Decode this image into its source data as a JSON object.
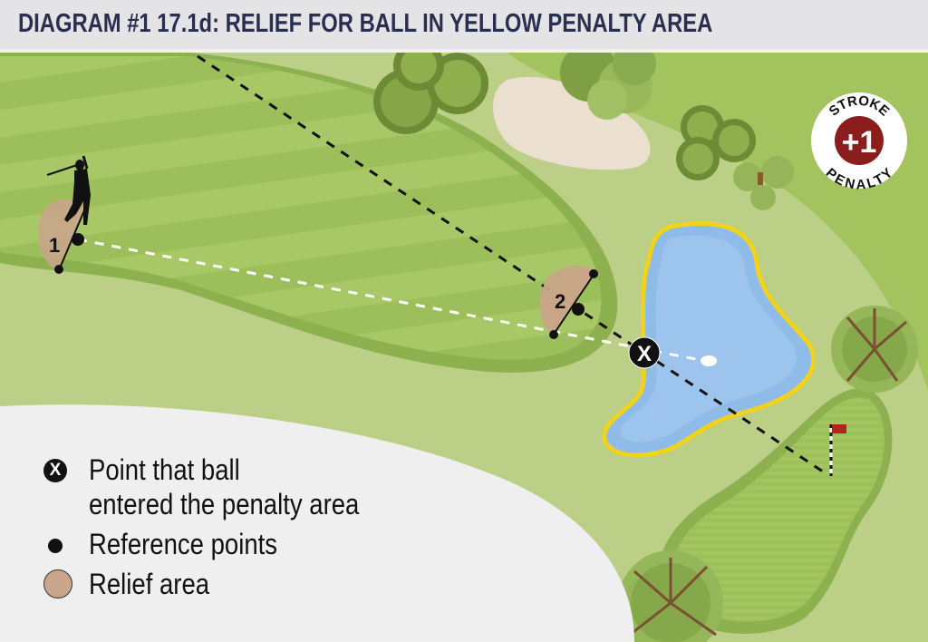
{
  "header": {
    "title": "DIAGRAM #1 17.1d:  RELIEF FOR BALL IN YELLOW PENALTY AREA"
  },
  "badge": {
    "top_text": "STROKE",
    "center_text": "+1",
    "bottom_text": "PENALTY",
    "center_color": "#8b1d1d"
  },
  "map": {
    "relief_area_1_label": "1",
    "relief_area_2_label": "2",
    "entry_point_label": "X",
    "icons": [
      "golfer-silhouette-icon",
      "flag-icon",
      "ball-icon",
      "tree-icon",
      "bunker-shape"
    ]
  },
  "legend": {
    "items": [
      {
        "icon": "x-circle-icon",
        "symbol": "X",
        "line1": "Point that ball",
        "line2": "entered the penalty area"
      },
      {
        "icon": "dot-icon",
        "line1": "Reference points"
      },
      {
        "icon": "relief-area-swatch",
        "line1": "Relief area"
      }
    ]
  },
  "colors": {
    "title": "#2b2f4f",
    "rough": "#bccf86",
    "fairway_light": "#a8c766",
    "fairway_dark": "#98bb57",
    "fairway_border": "#8db14f",
    "water": "#8fbbe9",
    "water_edge": "#a9cdf0",
    "penalty_line": "#f2d31b",
    "bunker": "#ebdfcf",
    "relief_area": "#c9a58b",
    "legend_bg": "#efefef",
    "flag": "#b3231f"
  }
}
